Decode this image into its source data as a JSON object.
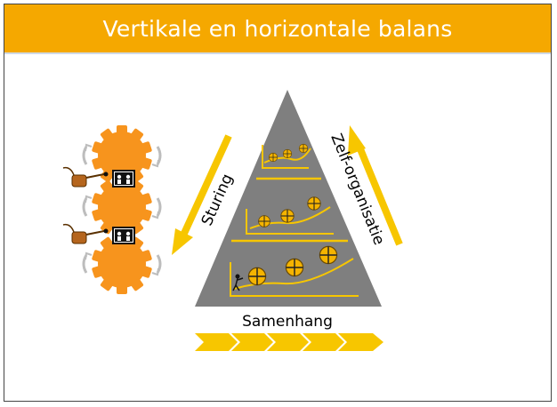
{
  "slide": {
    "title": "Vertikale en horizontale balans",
    "colors": {
      "accent": "#f5a800",
      "gear": "#f7941d",
      "pyramid": "#7f7f7f",
      "arrow": "#f7c600"
    }
  },
  "diagram": {
    "label_left": "Sturing",
    "label_right": "Zelf-organisatie",
    "label_bottom": "Samenhang"
  }
}
